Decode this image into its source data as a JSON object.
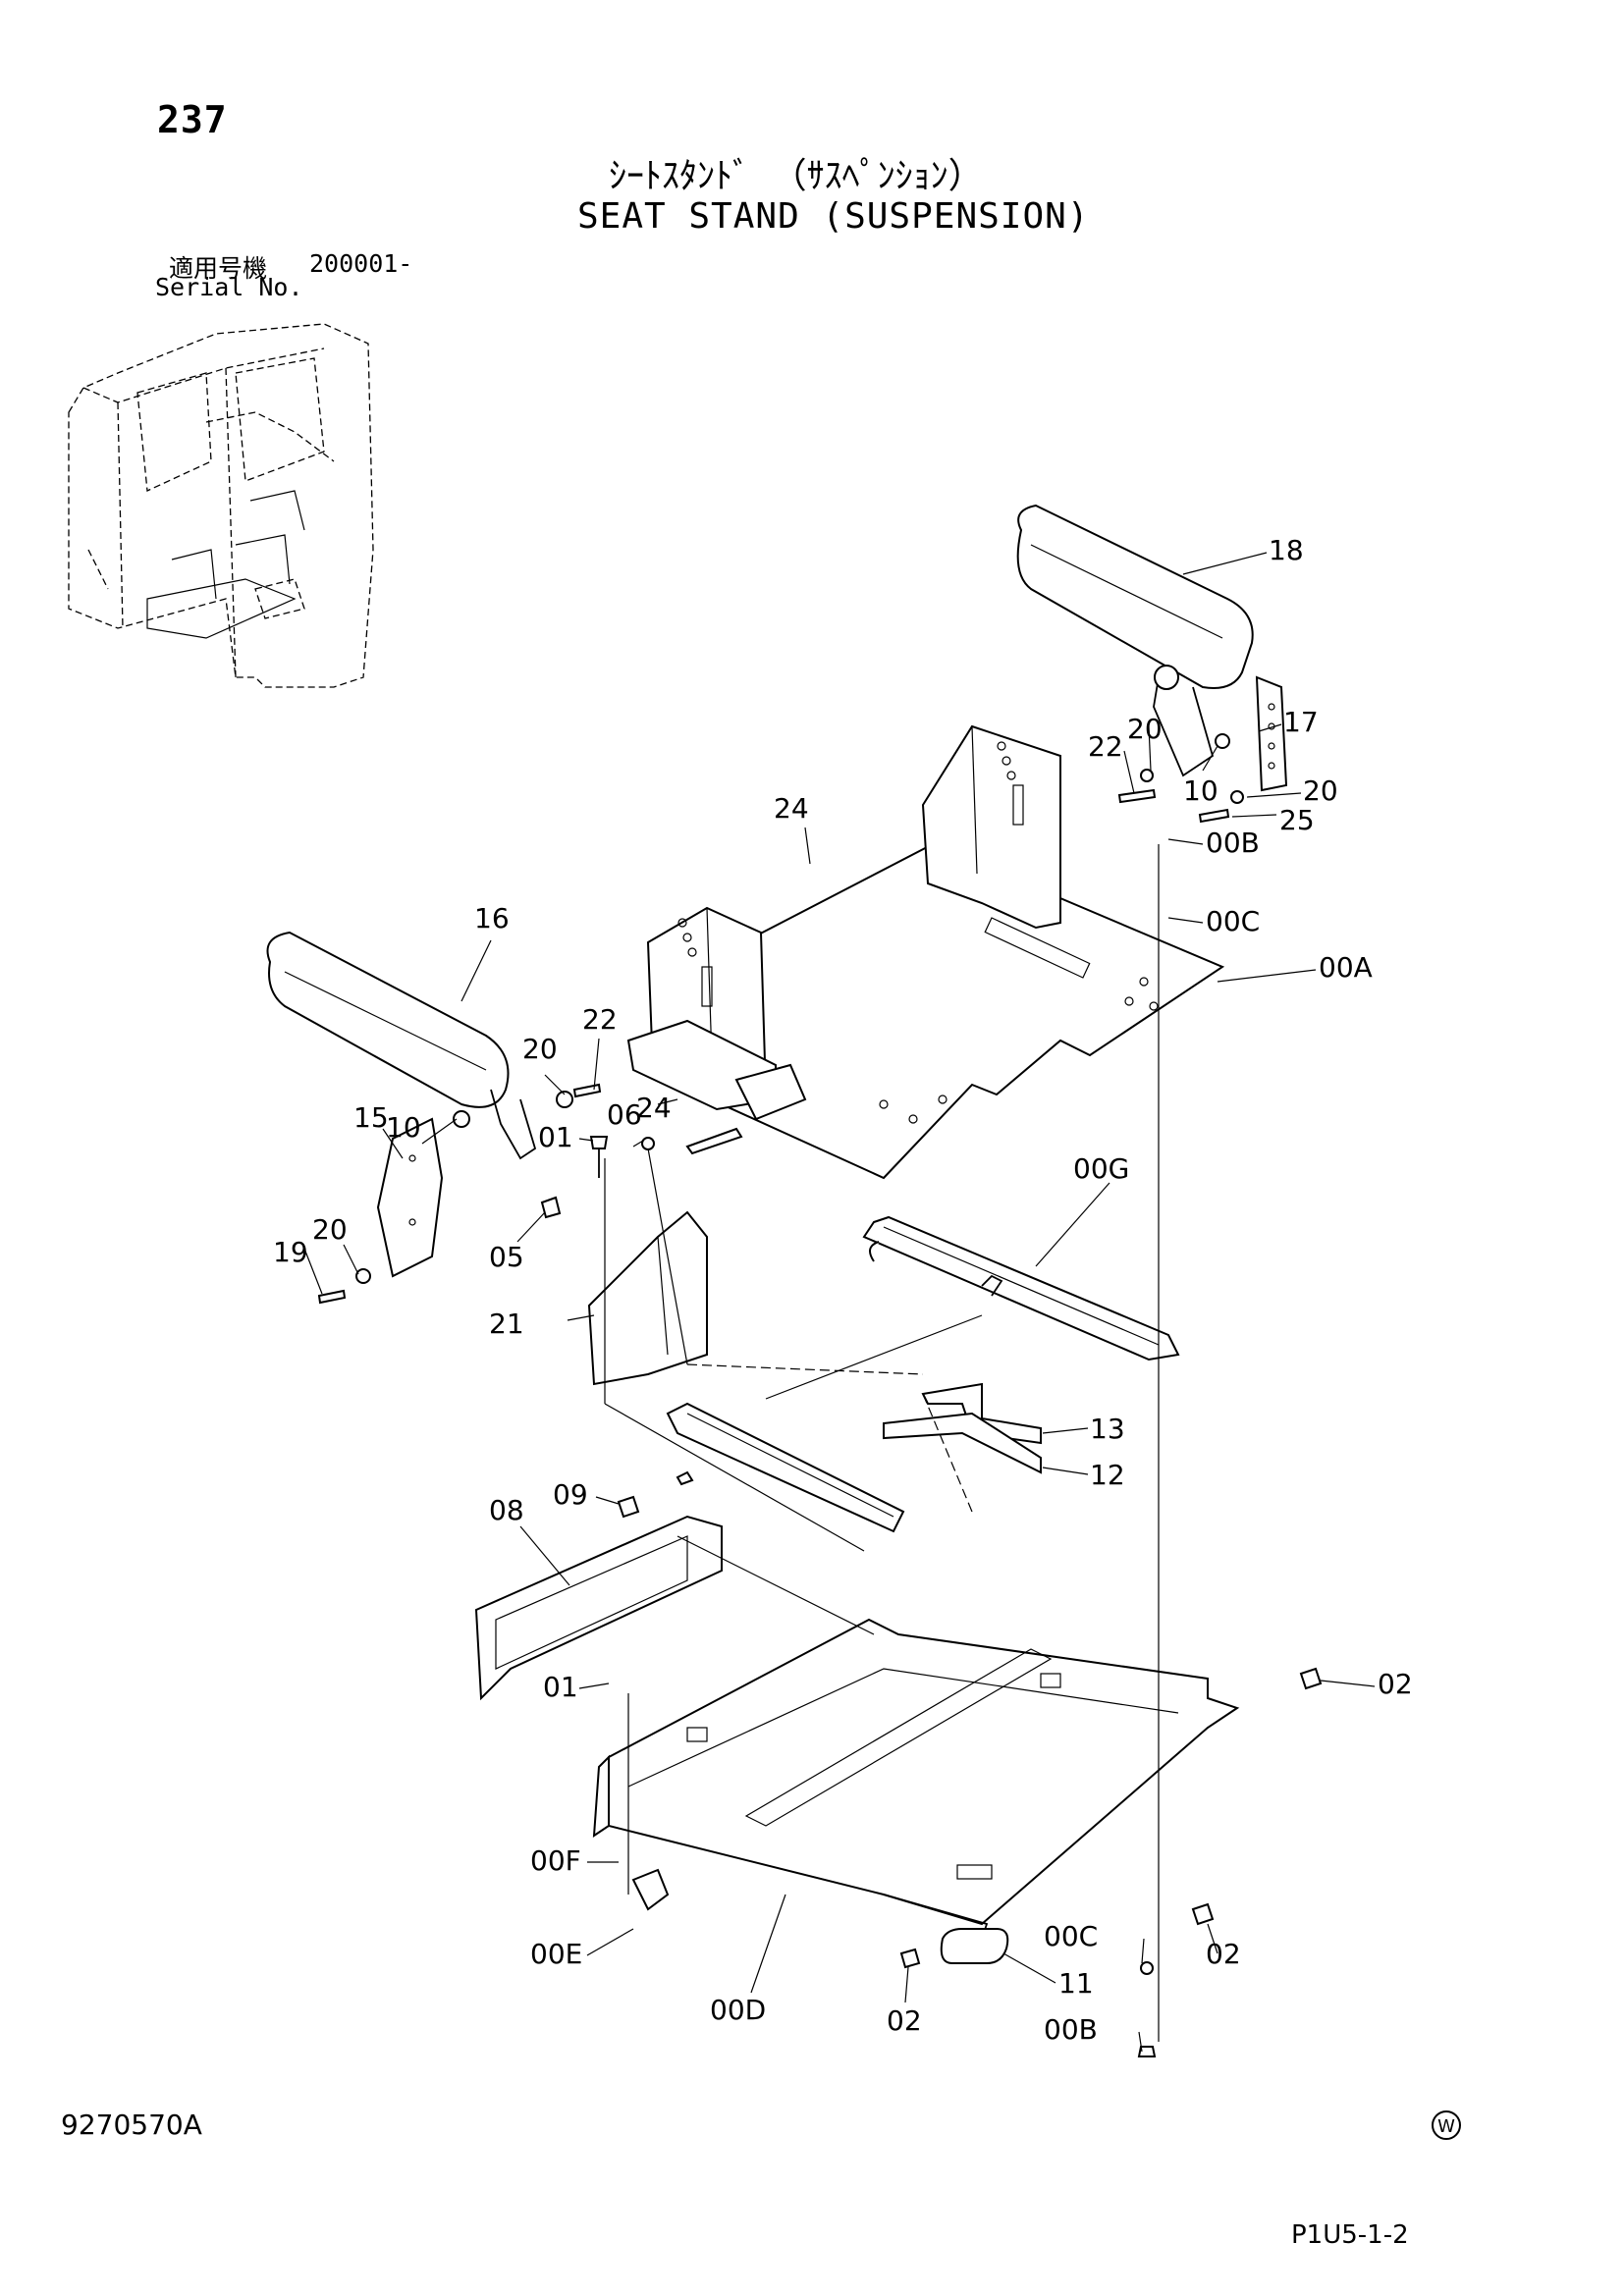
{
  "header": {
    "page_number": "237",
    "title_jp": "ｼｰﾄｽﾀﾝﾄﾞ （ｻｽﾍﾟﾝｼｮﾝ）",
    "title_en": "SEAT STAND (SUSPENSION)",
    "serial_label_jp": "適用号機",
    "serial_value": "200001-",
    "serial_label_en": "Serial No."
  },
  "callouts": {
    "c18": "18",
    "c17": "17",
    "c22a": "22",
    "c20a": "20",
    "c10a": "10",
    "c20b": "20",
    "c25": "25",
    "c00B_top": "00B",
    "c00C_top": "00C",
    "c00A": "00A",
    "c24a": "24",
    "c16": "16",
    "c22b": "22",
    "c20c": "20",
    "c15": "15",
    "c10b": "10",
    "c24b": "24",
    "c01a": "01",
    "c06": "06",
    "c00G": "00G",
    "c05": "05",
    "c19": "19",
    "c20d": "20",
    "c21": "21",
    "c13": "13",
    "c12": "12",
    "c09": "09",
    "c08": "08",
    "c01b": "01",
    "c02a": "02",
    "c00F": "00F",
    "c00E": "00E",
    "c00C_bot": "00C",
    "c02b": "02",
    "c11": "11",
    "c00D": "00D",
    "c02c": "02",
    "c00B_bot": "00B"
  },
  "footer": {
    "doc_number": "9270570A",
    "mark": "W",
    "page_code": "P1U5-1-2"
  }
}
